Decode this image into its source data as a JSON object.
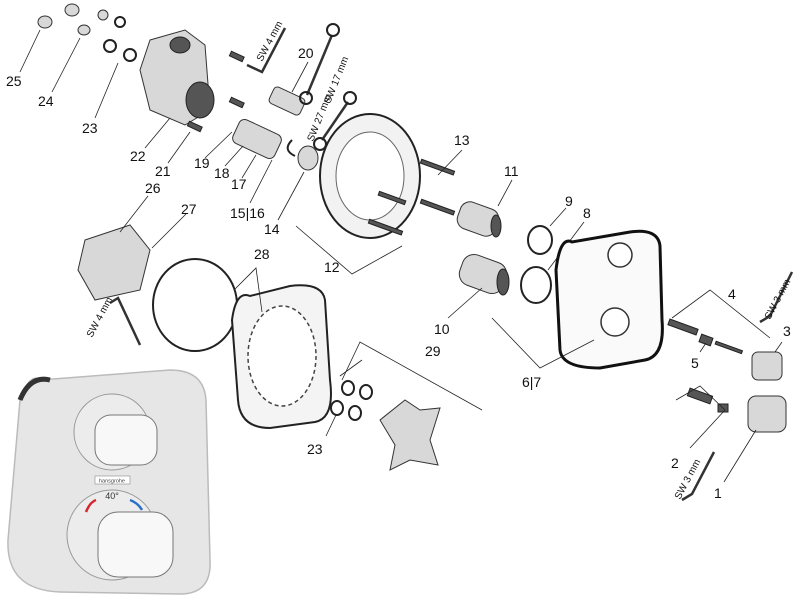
{
  "diagram": {
    "title": "Thermostat mixer exploded parts view",
    "part_labels": {
      "p1": "1",
      "p2": "2",
      "p3": "3",
      "p4": "4",
      "p5": "5",
      "p67": "6|7",
      "p8": "8",
      "p9": "9",
      "p10": "10",
      "p11": "11",
      "p12": "12",
      "p13": "13",
      "p14": "14",
      "p1516": "15|16",
      "p17": "17",
      "p18": "18",
      "p19": "19",
      "p20": "20",
      "p21": "21",
      "p22": "22",
      "p23a": "23",
      "p23b": "23",
      "p24": "24",
      "p25": "25",
      "p26": "26",
      "p27": "27",
      "p28": "28",
      "p29": "29"
    },
    "tool_labels": {
      "sw4_top": "SW 4 mm",
      "sw17": "SW 17 mm",
      "sw27": "SW 27 mm",
      "sw4_left": "SW 4 mm",
      "sw3_right": "SW 3 mm",
      "sw3_bottom": "SW 3 mm"
    },
    "product": {
      "brand": "hansgrohe",
      "temperature": "40°",
      "hot_color": "#d8262f",
      "cold_color": "#2a6fc9"
    }
  }
}
